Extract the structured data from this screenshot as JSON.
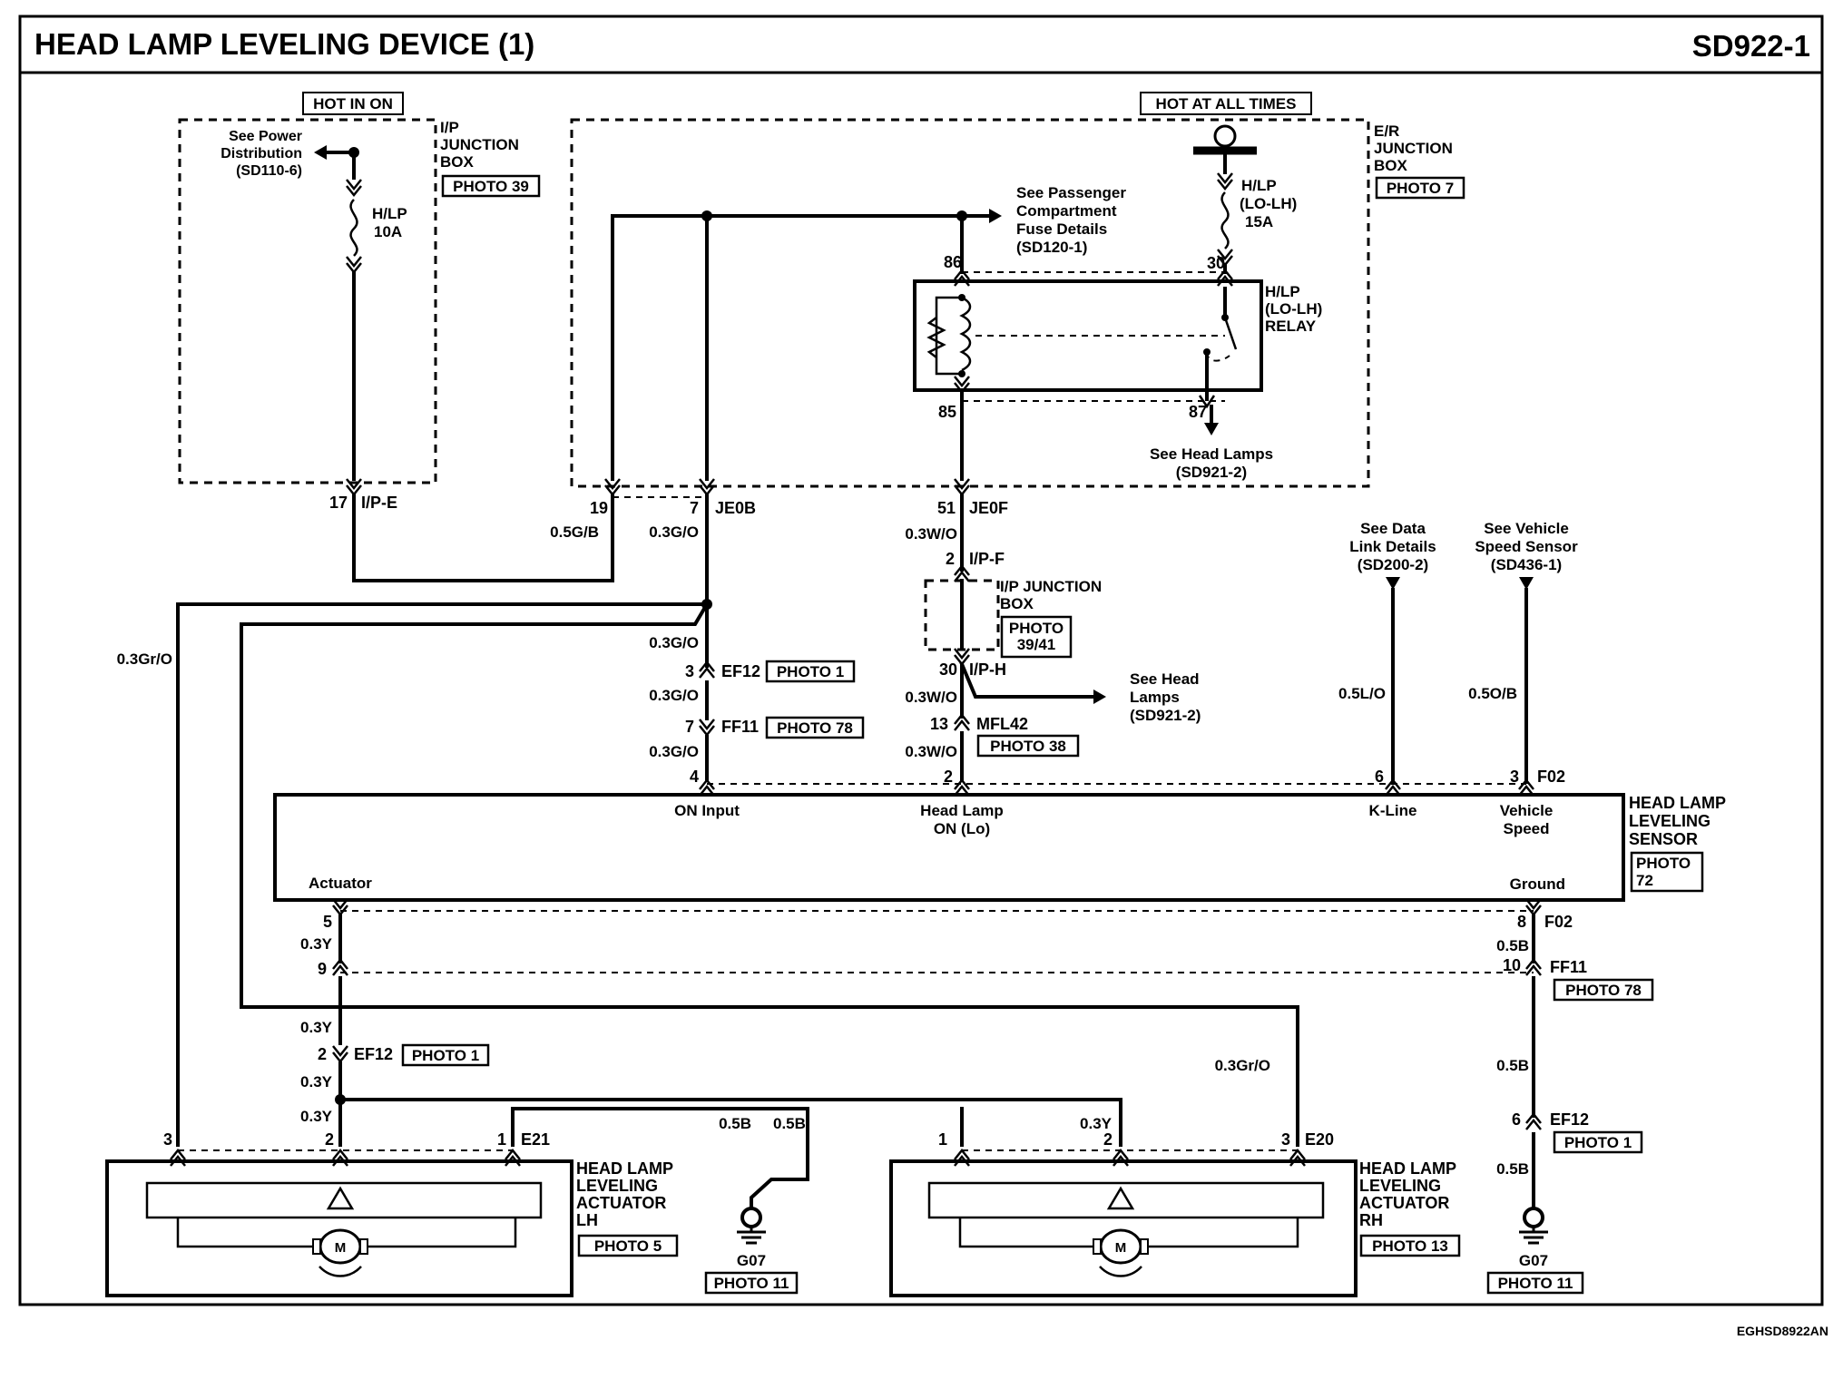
{
  "header": {
    "title": "HEAD LAMP LEVELING DEVICE (1)",
    "code": "SD922-1"
  },
  "footer_code": "EGHSD8922AN",
  "ip_box": {
    "hot": "HOT IN ON",
    "name": [
      "I/P",
      "JUNCTION",
      "BOX"
    ],
    "photo": "PHOTO 39",
    "see_power": [
      "See Power",
      "Distribution",
      "(SD110-6)"
    ],
    "fuse": [
      "H/LP",
      "10A"
    ],
    "pin": "17",
    "conn": "I/P-E"
  },
  "er_box": {
    "hot": "HOT AT ALL TIMES",
    "name": [
      "E/R",
      "JUNCTION",
      "BOX"
    ],
    "photo": "PHOTO 7",
    "fuse": [
      "H/LP",
      "(LO-LH)",
      "15A"
    ],
    "relay": [
      "H/LP",
      "(LO-LH)",
      "RELAY"
    ],
    "see_pass": [
      "See Passenger",
      "Compartment",
      "Fuse Details",
      "(SD120-1)"
    ],
    "see_head": [
      "See Head Lamps",
      "(SD921-2)"
    ],
    "pin86": "86",
    "pin30": "30",
    "pin85": "85",
    "pin87": "87",
    "pin19": "19",
    "pin7": "7",
    "conn_b": "JE0B",
    "pin51": "51",
    "conn_f": "JE0F"
  },
  "wires": {
    "w05gb": "0.5G/B",
    "w03go_a": "0.3G/O",
    "w03wo_a": "0.3W/O",
    "w03gro_l": "0.3Gr/O",
    "w03go_b": "0.3G/O",
    "w03go_c": "0.3G/O",
    "w03go_d": "0.3G/O",
    "w03wo_b": "0.3W/O",
    "w03wo_c": "0.3W/O",
    "w05lo": "0.5L/O",
    "w05ob": "0.5O/B",
    "w03y_a": "0.3Y",
    "w03y_b": "0.3Y",
    "w03y_c": "0.3Y",
    "w03y_d": "0.3Y",
    "w03y_e": "0.3Y",
    "w05b_a": "0.5B",
    "w05b_b": "0.5B",
    "w05b_c": "0.5B",
    "w05b_d": "0.5B",
    "w05b_e": "0.5B",
    "w03gro_r": "0.3Gr/O"
  },
  "ip_box2": {
    "pin2": "2",
    "conn_f": "I/P-F",
    "name": [
      "I/P JUNCTION",
      "BOX"
    ],
    "photo": [
      "PHOTO",
      "39/41"
    ],
    "pin30": "30",
    "conn_h": "I/P-H",
    "see_head": [
      "See Head",
      "Lamps",
      "(SD921-2)"
    ]
  },
  "connectors": {
    "ef12_pin": "3",
    "ef12": "EF12",
    "ef12_photo": "PHOTO 1",
    "ff11_pin": "7",
    "ff11": "FF11",
    "ff11_photo": "PHOTO 78",
    "mfl42_pin": "13",
    "mfl42": "MFL42",
    "mfl42_photo": "PHOTO 38",
    "see_data": [
      "See Data",
      "Link Details",
      "(SD200-2)"
    ],
    "see_speed": [
      "See Vehicle",
      "Speed Sensor",
      "(SD436-1)"
    ]
  },
  "sensor": {
    "name": [
      "HEAD LAMP",
      "LEVELING",
      "SENSOR"
    ],
    "photo": [
      "PHOTO",
      "72"
    ],
    "on_input": "ON Input",
    "head_lamp": [
      "Head Lamp",
      "ON (Lo)"
    ],
    "kline": "K-Line",
    "speed": [
      "Vehicle",
      "Speed"
    ],
    "actuator": "Actuator",
    "ground": "Ground",
    "pin4": "4",
    "pin2": "2",
    "pin6": "6",
    "pin3": "3",
    "conn_top": "F02",
    "pin5": "5",
    "pin8": "8",
    "conn_bot": "F02"
  },
  "lower": {
    "pin9": "9",
    "pin10": "10",
    "ff11": "FF11",
    "ff11_photo": "PHOTO 78",
    "ef12_pin2": "2",
    "ef12": "EF12",
    "ef12_photo": "PHOTO 1",
    "ef12_pin6": "6",
    "ef12_r": "EF12",
    "ef12_r_photo": "PHOTO 1"
  },
  "act_lh": {
    "name": [
      "HEAD LAMP",
      "LEVELING",
      "ACTUATOR",
      "LH"
    ],
    "photo": "PHOTO 5",
    "pin3": "3",
    "pin2": "2",
    "pin1": "1",
    "conn": "E21"
  },
  "act_rh": {
    "name": [
      "HEAD LAMP",
      "LEVELING",
      "ACTUATOR",
      "RH"
    ],
    "photo": "PHOTO 13",
    "pin1": "1",
    "pin2": "2",
    "pin3": "3",
    "conn": "E20"
  },
  "ground_l": {
    "name": "G07",
    "photo": "PHOTO 11"
  },
  "ground_r": {
    "name": "G07",
    "photo": "PHOTO 11"
  },
  "motor_symbol": "M"
}
